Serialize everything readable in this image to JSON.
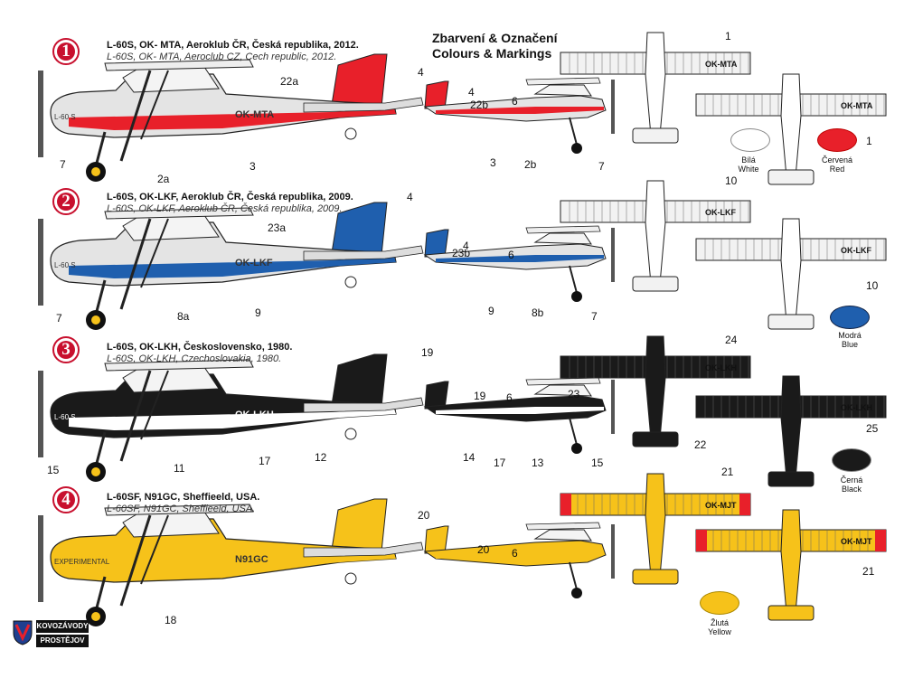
{
  "header": {
    "line1": "Zbarvení & Označení",
    "line2": "Colours & Markings"
  },
  "schemes": [
    {
      "num": "1",
      "title": "L-60S, OK- MTA, Aeroklub ČR, Česká republika, 2012.",
      "subtitle": "L-60S, OK- MTA, Aeroclub CZ, Cech republic, 2012.",
      "reg": "OK-MTA",
      "side": "L-60 S"
    },
    {
      "num": "2",
      "title": "L-60S, OK-LKF, Aeroklub ČR, Česká republika, 2009.",
      "subtitle": "L-60S, OK-LKF, Aeroklub ČR, Česká republika, 2009.",
      "reg": "OK-LKF",
      "side": "L-60 S"
    },
    {
      "num": "3",
      "title": "L-60S, OK-LKH, Československo, 1980.",
      "subtitle": "L-60S, OK-LKH, Czechoslovakia, 1980.",
      "reg": "OK-LKH",
      "side": "L-60 S"
    },
    {
      "num": "4",
      "title": "L-60SF, N91GC, Sheffieeld, USA.",
      "subtitle": "L-60SF, N91GC, Sheffieeld, USA.",
      "reg": "N91GC",
      "side": "EXPERIMENTAL"
    }
  ],
  "callouts": {
    "s1": [
      "22a",
      "4",
      "7",
      "2a",
      "3",
      "4",
      "22b",
      "6",
      "3",
      "2b",
      "7"
    ],
    "s2": [
      "4",
      "23a",
      "7",
      "8a",
      "9",
      "4",
      "23b",
      "6",
      "9",
      "8b",
      "7"
    ],
    "s3": [
      "19",
      "15",
      "11",
      "17",
      "12",
      "19",
      "6",
      "14",
      "17",
      "13",
      "15"
    ],
    "s4": [
      "20",
      "18",
      "20",
      "6"
    ],
    "plan": [
      "1",
      "1",
      "10",
      "10",
      "24",
      "23",
      "22",
      "25",
      "21",
      "21"
    ]
  },
  "plan_regs": [
    "OK-MTA",
    "OK-MTA",
    "OK-LKF",
    "OK-LKF",
    "OK-LKH",
    "OK-LKH",
    "OK-MJT",
    "OK-MJT"
  ],
  "swatches": [
    {
      "cz": "Bílá",
      "en": "White",
      "color": "#ffffff"
    },
    {
      "cz": "Červená",
      "en": "Red",
      "color": "#e8202a"
    },
    {
      "cz": "Modrá",
      "en": "Blue",
      "color": "#1f5fae"
    },
    {
      "cz": "Černá",
      "en": "Black",
      "color": "#1a1a1a"
    },
    {
      "cz": "Žlutá",
      "en": "Yellow",
      "color": "#f6c21a"
    }
  ],
  "logo": {
    "top": "KOVOZÁVODY",
    "bottom": "PROSTĚJOV"
  },
  "colors": {
    "red": "#e8202a",
    "blue": "#1f5fae",
    "black": "#1a1a1a",
    "yellow": "#f6c21a",
    "silver": "#e4e4e4",
    "line": "#222222"
  }
}
